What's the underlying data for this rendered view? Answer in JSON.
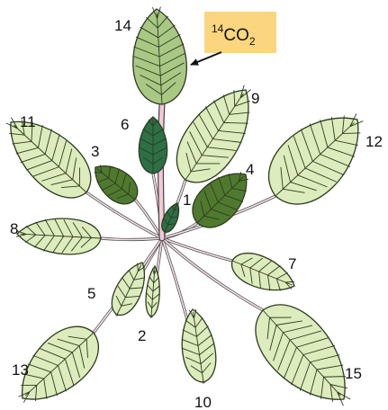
{
  "co2_label": {
    "sup": "14",
    "text": "CO",
    "sub": "2"
  },
  "colors": {
    "label_box": "#fbd67e",
    "pale_leaf": "#dcecbc",
    "mid_leaf": "#a8c884",
    "dark_leaf": "#4f7a2e",
    "darkest_leaf": "#2c7046",
    "stem_pink": "#f2c9d5"
  },
  "leaves": [
    {
      "number": "1",
      "shade": "darkest"
    },
    {
      "number": "2",
      "shade": "pale"
    },
    {
      "number": "3",
      "shade": "dark"
    },
    {
      "number": "4",
      "shade": "dark"
    },
    {
      "number": "5",
      "shade": "pale"
    },
    {
      "number": "6",
      "shade": "darkest"
    },
    {
      "number": "7",
      "shade": "pale"
    },
    {
      "number": "8",
      "shade": "pale"
    },
    {
      "number": "9",
      "shade": "pale"
    },
    {
      "number": "10",
      "shade": "pale"
    },
    {
      "number": "11",
      "shade": "pale"
    },
    {
      "number": "12",
      "shade": "pale"
    },
    {
      "number": "13",
      "shade": "pale"
    },
    {
      "number": "14",
      "shade": "mid"
    },
    {
      "number": "15",
      "shade": "pale"
    }
  ]
}
